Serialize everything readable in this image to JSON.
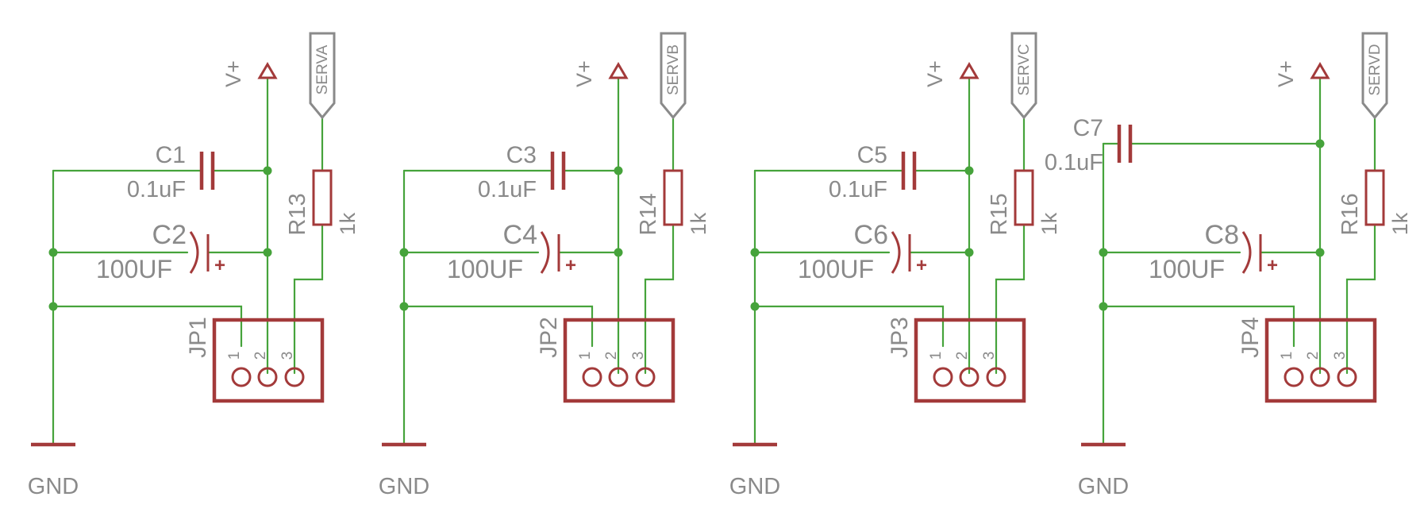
{
  "colors": {
    "wire": "#46a33b",
    "symbol": "#a33a3a",
    "text": "#8a8a8a",
    "background": "#ffffff"
  },
  "stages": [
    {
      "supply": "V+",
      "ground": "GND",
      "signal": "SERVA",
      "cap_small": {
        "ref": "C1",
        "value": "0.1uF"
      },
      "cap_bulk": {
        "ref": "C2",
        "value": "100UF"
      },
      "resistor": {
        "ref": "R13",
        "value": "1k"
      },
      "connector": {
        "ref": "JP1",
        "pins": [
          "1",
          "2",
          "3"
        ]
      },
      "polarity_mark": "+"
    },
    {
      "supply": "V+",
      "ground": "GND",
      "signal": "SERVB",
      "cap_small": {
        "ref": "C3",
        "value": "0.1uF"
      },
      "cap_bulk": {
        "ref": "C4",
        "value": "100UF"
      },
      "resistor": {
        "ref": "R14",
        "value": "1k"
      },
      "connector": {
        "ref": "JP2",
        "pins": [
          "1",
          "2",
          "3"
        ]
      },
      "polarity_mark": "+"
    },
    {
      "supply": "V+",
      "ground": "GND",
      "signal": "SERVC",
      "cap_small": {
        "ref": "C5",
        "value": "0.1uF"
      },
      "cap_bulk": {
        "ref": "C6",
        "value": "100UF"
      },
      "resistor": {
        "ref": "R15",
        "value": "1k"
      },
      "connector": {
        "ref": "JP3",
        "pins": [
          "1",
          "2",
          "3"
        ]
      },
      "polarity_mark": "+"
    },
    {
      "supply": "V+",
      "ground": "GND",
      "signal": "SERVD",
      "cap_small": {
        "ref": "C7",
        "value": "0.1uF"
      },
      "cap_bulk": {
        "ref": "C8",
        "value": "100UF"
      },
      "resistor": {
        "ref": "R16",
        "value": "1k"
      },
      "connector": {
        "ref": "JP4",
        "pins": [
          "1",
          "2",
          "3"
        ]
      },
      "polarity_mark": "+"
    }
  ]
}
